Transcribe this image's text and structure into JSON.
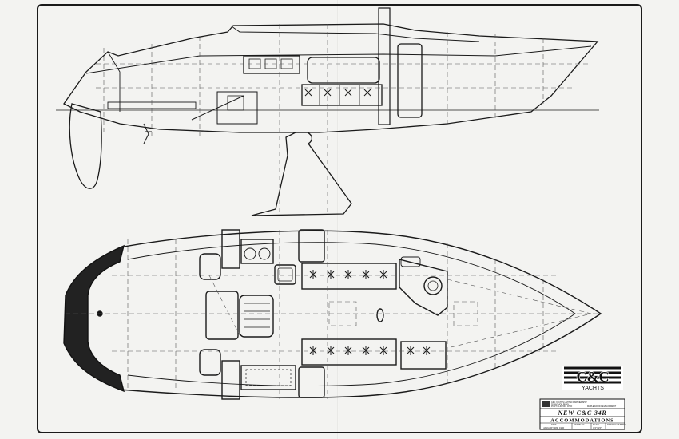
{
  "logo": {
    "mark": "C&C",
    "sub": "YACHTS"
  },
  "title_block": {
    "company_lines": [
      "C&C YACHTS LIMITED PARTNERSHIP",
      "55 ANCHOR PKWY",
      "PORT CLINTON, OHIO",
      "MAPLEWOOD DEVELOPMENT"
    ],
    "title": "NEW C&C 34R",
    "subtitle": "ACCOMMODATIONS",
    "field_labels": [
      "DATE",
      "DRAWN BY",
      "SCALE",
      "DRAWING NUMBER"
    ],
    "field_values": [
      "JANUARY 18th 1990",
      "",
      "3/4\"=1'0\"",
      ""
    ]
  },
  "colors": {
    "ink": "#1a1a1a",
    "paper": "#f3f3f1",
    "dashed": "#555555"
  }
}
